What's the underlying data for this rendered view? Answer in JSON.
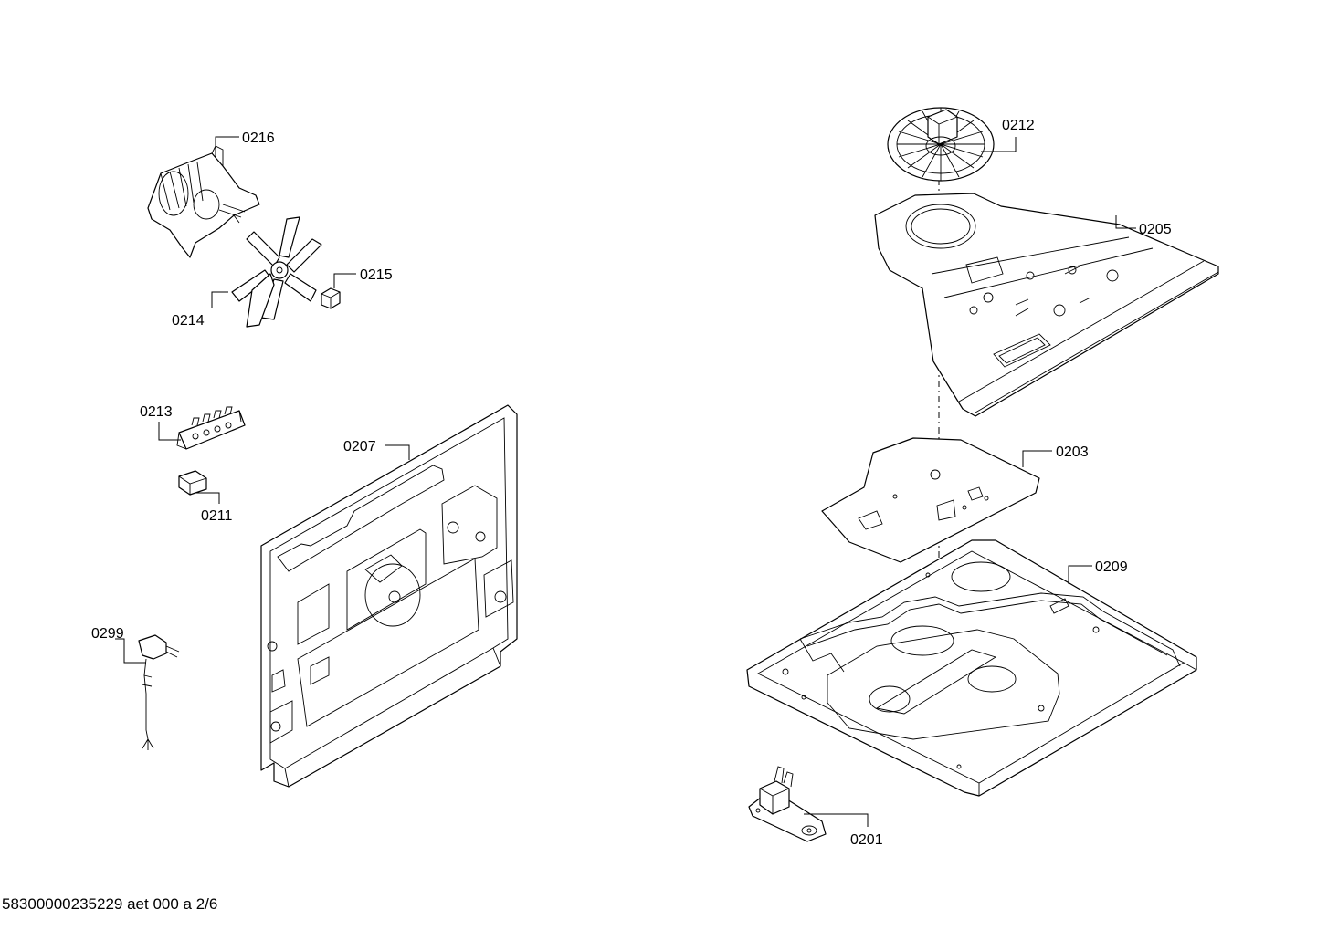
{
  "labels": {
    "p0216": "0216",
    "p0215": "0215",
    "p0214": "0214",
    "p0213": "0213",
    "p0211": "0211",
    "p0207": "0207",
    "p0299": "0299",
    "p0212": "0212",
    "p0205": "0205",
    "p0203": "0203",
    "p0209": "0209",
    "p0201": "0201"
  },
  "footer": {
    "code": "58300000235229 aet 000 a 2/6"
  }
}
